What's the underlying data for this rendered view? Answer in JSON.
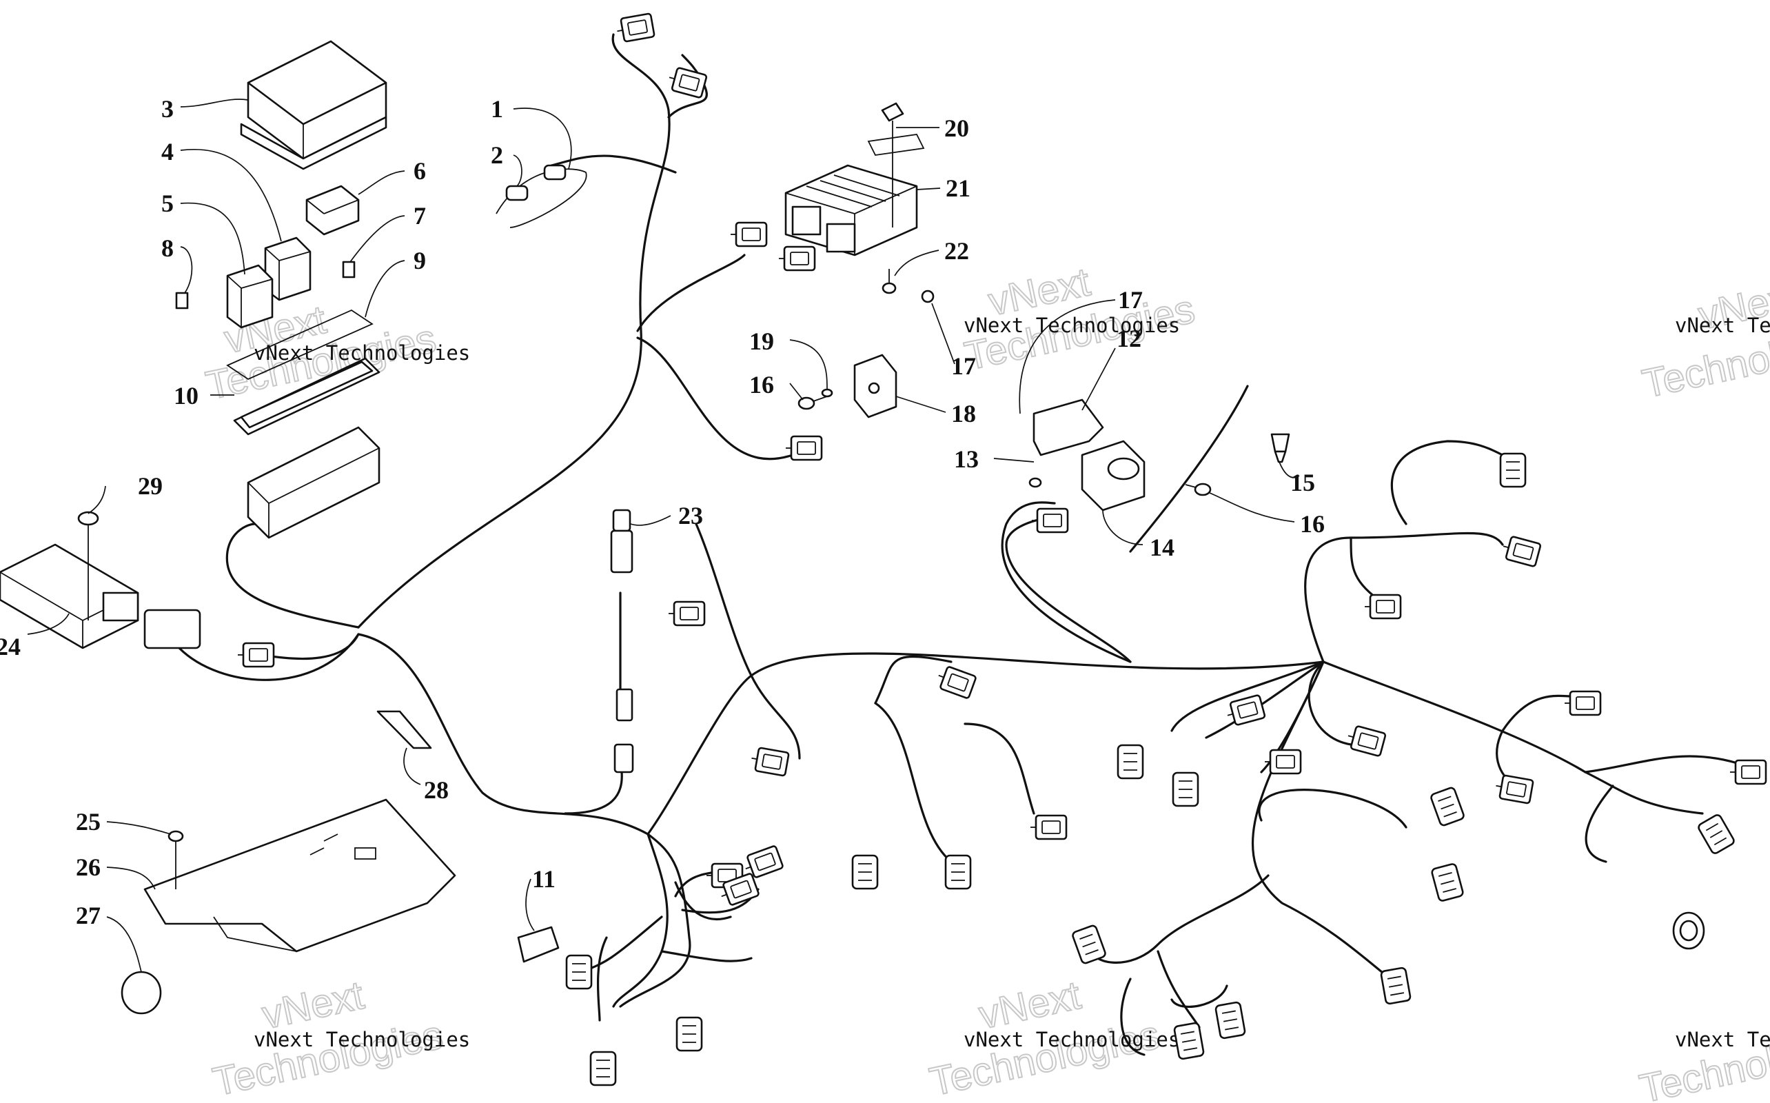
{
  "watermark": {
    "brand_text": "vNext Technologies",
    "logo_vnext": "vNext",
    "logo_technologies": "Technologies"
  },
  "callouts": {
    "c1": "1",
    "c2": "2",
    "c3": "3",
    "c4": "4",
    "c5": "5",
    "c6": "6",
    "c7": "7",
    "c8": "8",
    "c9": "9",
    "c10": "10",
    "c11": "11",
    "c12": "12",
    "c13": "13",
    "c14": "14",
    "c15": "15",
    "c16a": "16",
    "c16b": "16",
    "c17a": "17",
    "c17b": "17",
    "c18": "18",
    "c19": "19",
    "c20": "20",
    "c21": "21",
    "c22": "22",
    "c23": "23",
    "c24": "24",
    "c25": "25",
    "c26": "26",
    "c27": "27",
    "c28": "28",
    "c29": "29"
  }
}
